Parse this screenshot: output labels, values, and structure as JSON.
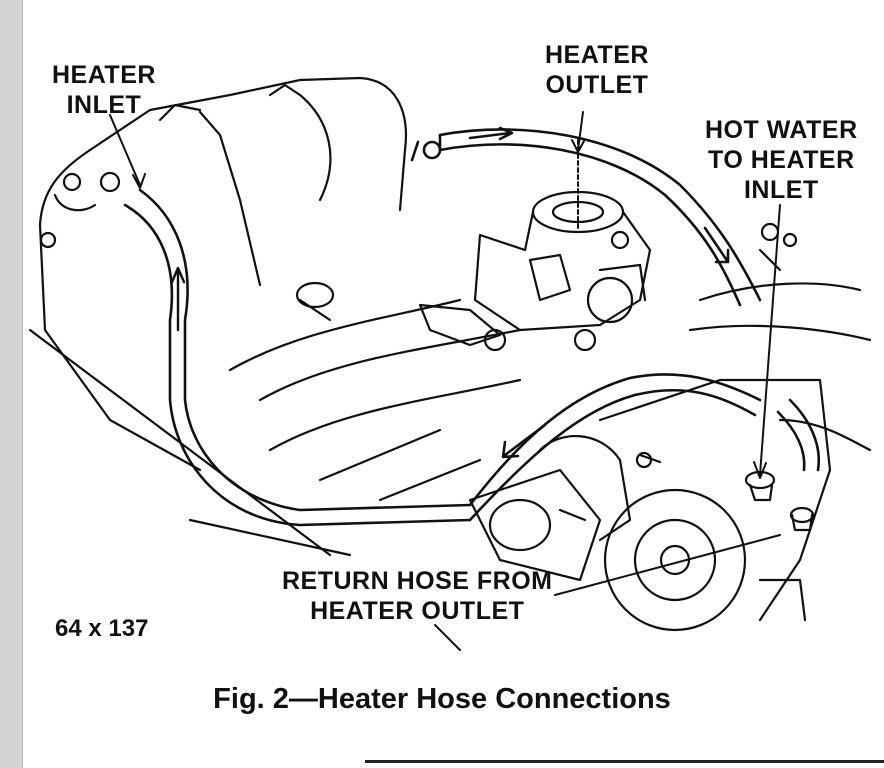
{
  "labels": {
    "heater_inlet": [
      "HEATER",
      "INLET"
    ],
    "heater_outlet": [
      "HEATER",
      "OUTLET"
    ],
    "hot_water": [
      "HOT WATER",
      "TO HEATER",
      "INLET"
    ],
    "return_hose": [
      "RETURN HOSE FROM",
      "HEATER OUTLET"
    ]
  },
  "figure_code": "64 x 137",
  "caption": "Fig. 2—Heater Hose Connections"
}
